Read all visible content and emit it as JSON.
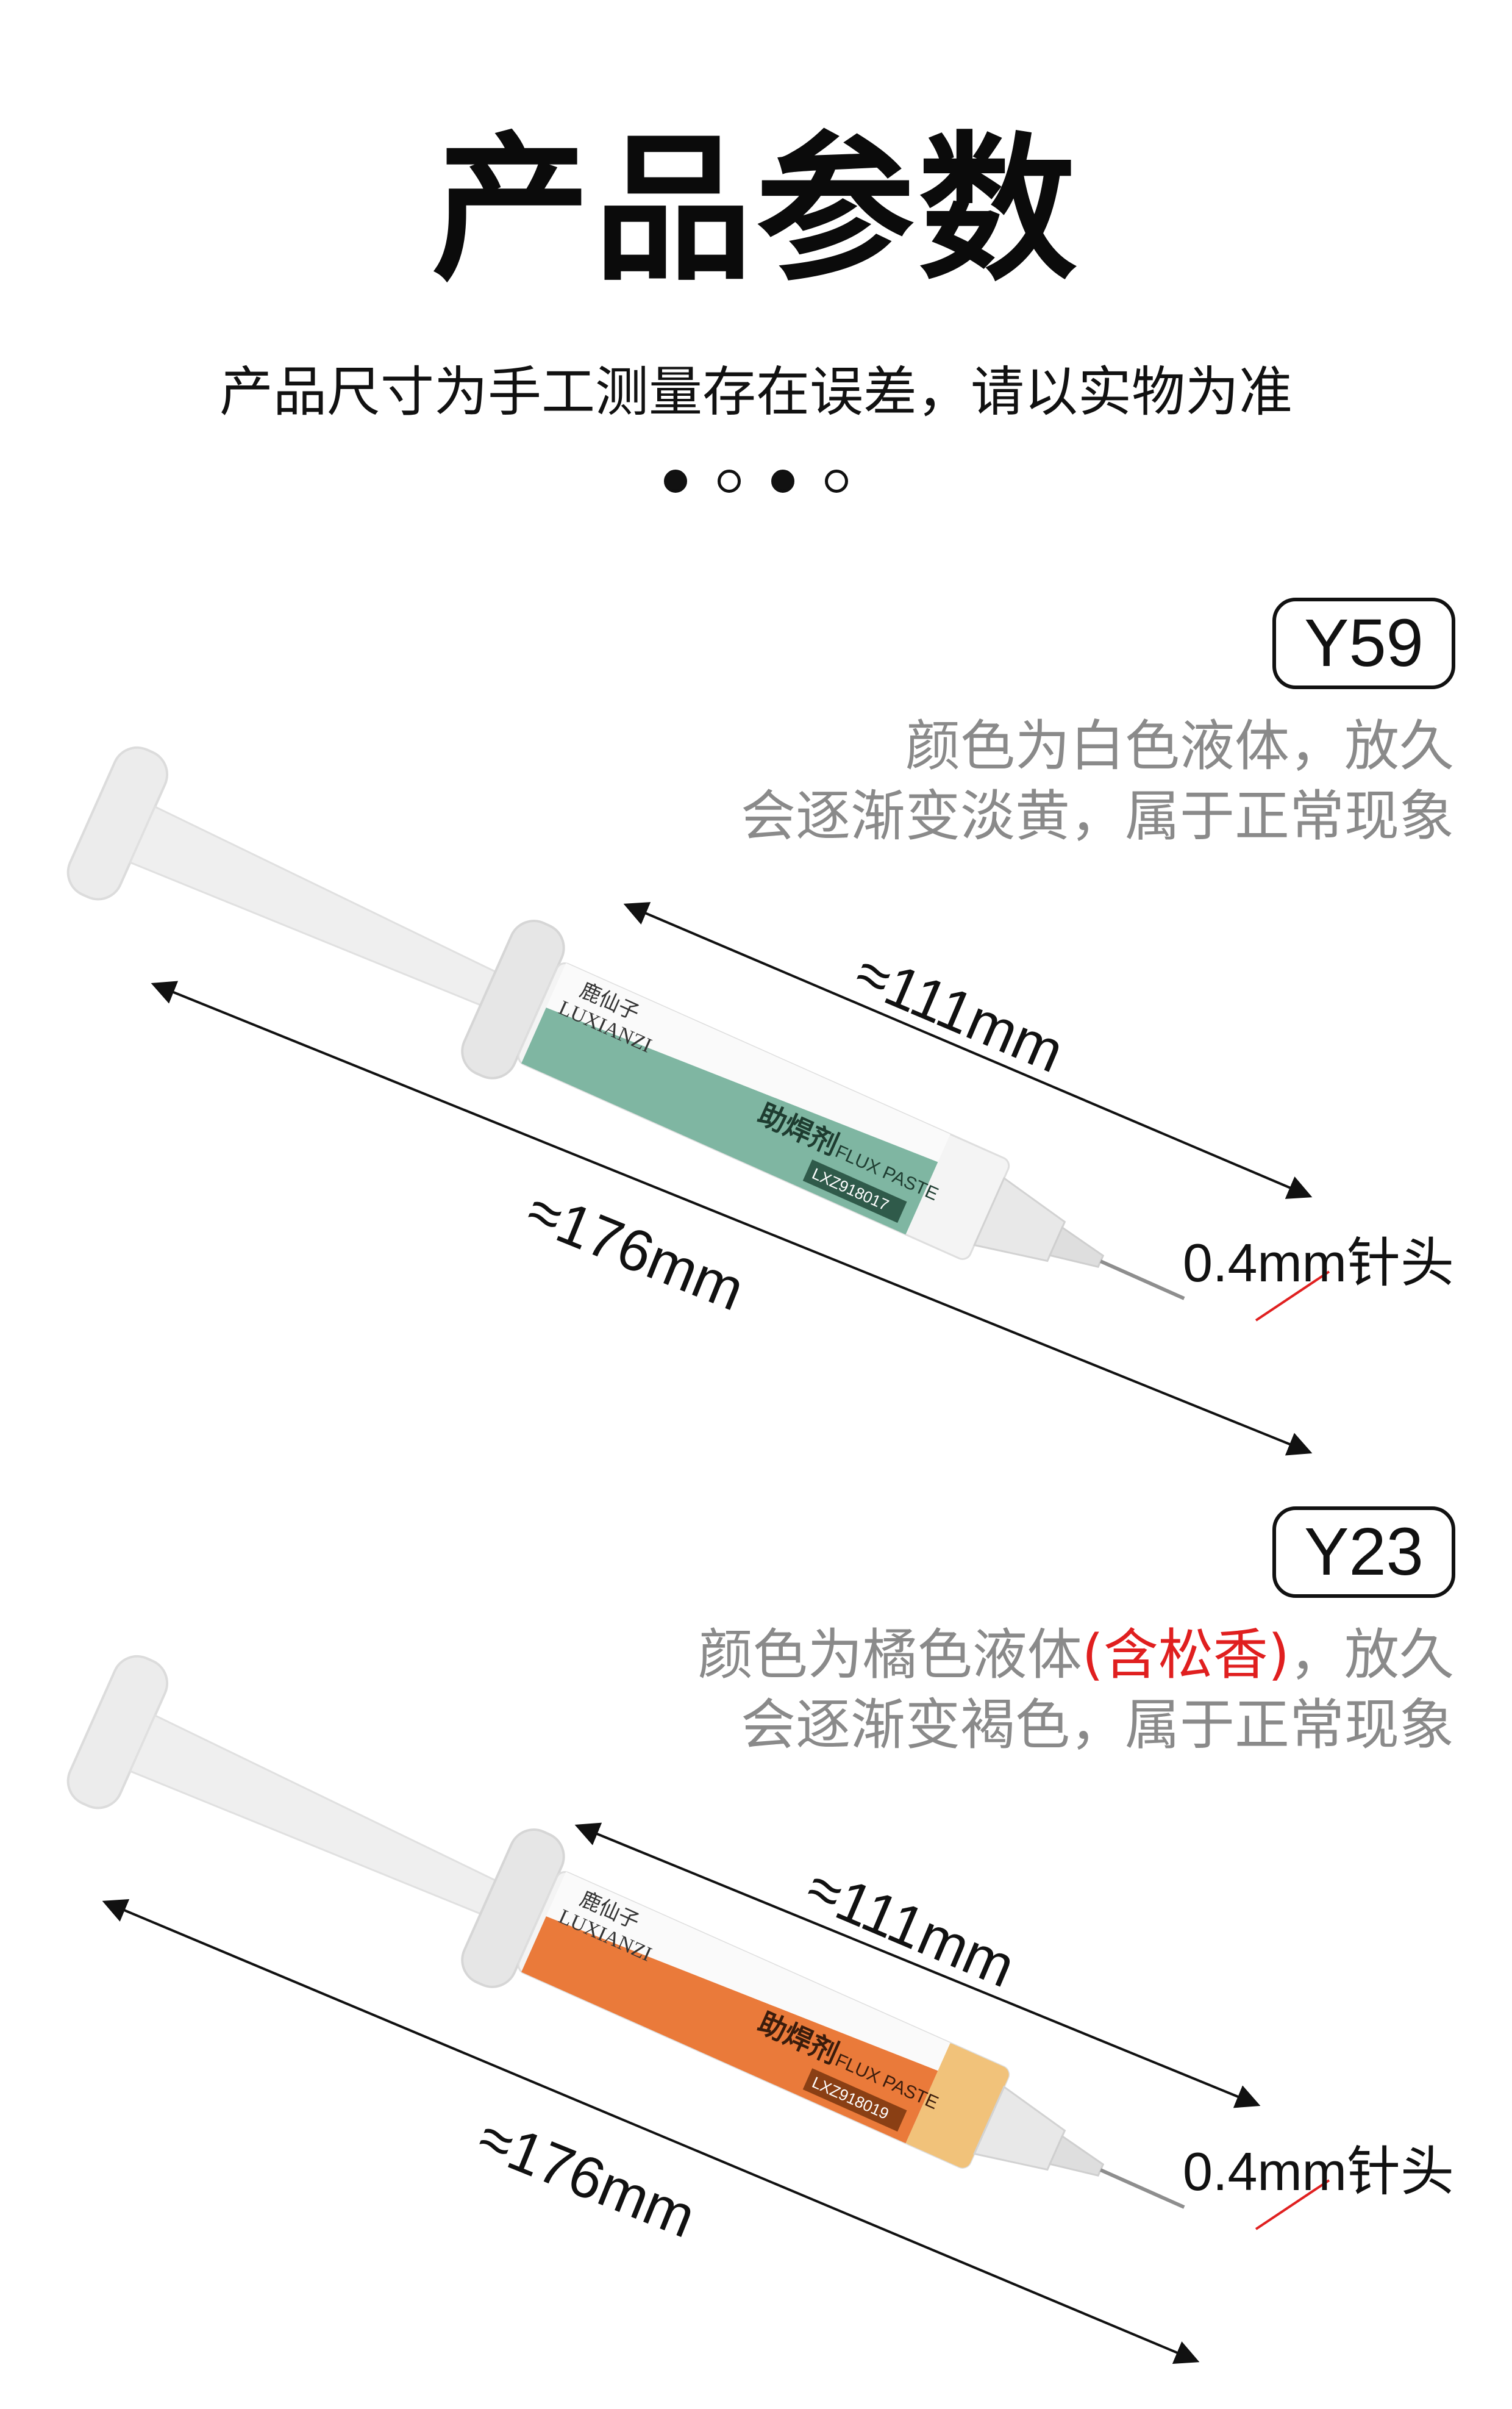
{
  "header": {
    "title": "产品参数",
    "subtitle": "产品尺寸为手工测量存在误差，请以实物为准",
    "dots": [
      "filled",
      "empty",
      "filled",
      "empty"
    ]
  },
  "products": [
    {
      "model": "Y59",
      "desc_line1": "颜色为白色液体，放久",
      "desc_line2": "会逐渐变淡黄，属于正常现象",
      "dim_barrel": "≈111mm",
      "dim_total": "≈176mm",
      "needle": "0.4mm针头",
      "label": {
        "brand_cn": "鹿仙子",
        "brand_en": "LUXIANZI",
        "product_cn": "助焊剂",
        "product_en": "FLUX PASTE",
        "code": "LXZ918017",
        "color": "#7fb6a2"
      }
    },
    {
      "model": "Y23",
      "desc_line1_a": "颜色为橘色液体",
      "desc_line1_red": "(含松香)",
      "desc_line1_b": "，放久",
      "desc_line2": "会逐渐变褐色，属于正常现象",
      "dim_barrel": "≈111mm",
      "dim_total": "≈176mm",
      "needle": "0.4mm针头",
      "label": {
        "brand_cn": "鹿仙子",
        "brand_en": "LUXIANZI",
        "product_cn": "助焊剂",
        "product_en": "FLUX PASTE",
        "code": "LXZ918019",
        "color": "#ea7a3a"
      }
    }
  ]
}
